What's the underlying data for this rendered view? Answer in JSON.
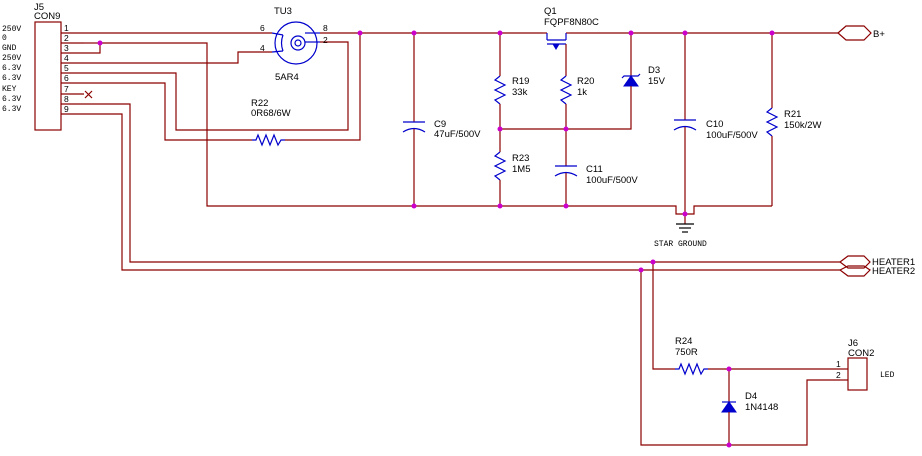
{
  "connector_j5": {
    "ref": "J5",
    "value": "CON9",
    "pin_labels": [
      "250V",
      "0",
      "GND",
      "250V",
      "6.3V",
      "6.3V",
      "KEY",
      "6.3V",
      "6.3V"
    ],
    "pin_numbers": [
      "1",
      "2",
      "3",
      "4",
      "5",
      "6",
      "7",
      "8",
      "9"
    ]
  },
  "tube_tu3": {
    "ref": "TU3",
    "value": "5AR4",
    "pins": [
      "6",
      "4",
      "8",
      "2"
    ]
  },
  "r22": {
    "ref": "R22",
    "value": "0R68/6W"
  },
  "c9": {
    "ref": "C9",
    "value": "47uF/500V"
  },
  "q1": {
    "ref": "Q1",
    "value": "FQPF8N80C"
  },
  "r19": {
    "ref": "R19",
    "value": "33k"
  },
  "r20": {
    "ref": "R20",
    "value": "1k"
  },
  "r23": {
    "ref": "R23",
    "value": "1M5"
  },
  "c11": {
    "ref": "C11",
    "value": "100uF/500V"
  },
  "d3": {
    "ref": "D3",
    "value": "15V"
  },
  "c10": {
    "ref": "C10",
    "value": "100uF/500V"
  },
  "r21": {
    "ref": "R21",
    "value": "150k/2W"
  },
  "star_ground": "STAR GROUND",
  "ports": {
    "bplus": "B+",
    "heater1": "HEATER1",
    "heater2": "HEATER2"
  },
  "r24": {
    "ref": "R24",
    "value": "750R"
  },
  "d4": {
    "ref": "D4",
    "value": "1N4148"
  },
  "connector_j6": {
    "ref": "J6",
    "value": "CON2",
    "pin_numbers": [
      "1",
      "2"
    ],
    "label": "LED"
  },
  "colors": {
    "wire": "#8b0000",
    "component": "#0000cc",
    "junction": "#cc00cc"
  }
}
